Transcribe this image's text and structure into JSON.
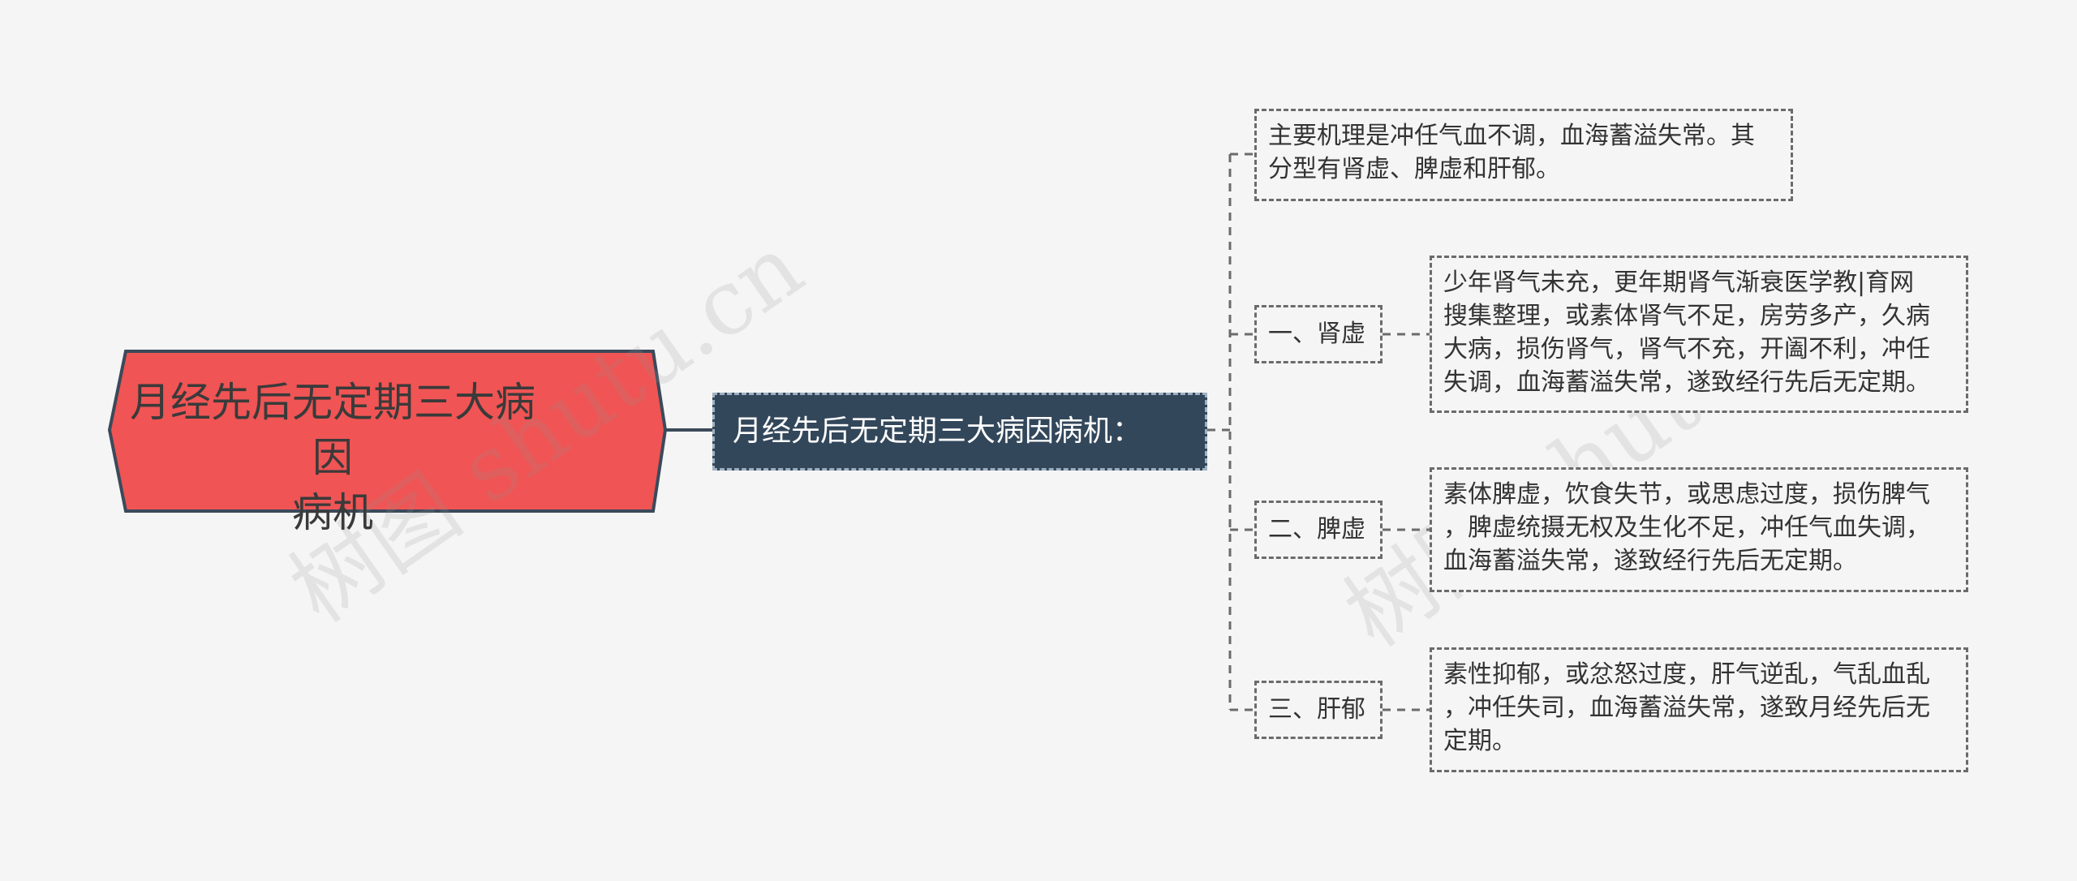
{
  "root": {
    "lines": [
      "月经先后无定期三大病因",
      "病机"
    ]
  },
  "hub": {
    "label": "月经先后无定期三大病因病机："
  },
  "summary": {
    "lines": [
      "主要机理是冲任气血不调，血海蓄溢失常。其",
      "分型有肾虚、脾虚和肝郁。"
    ]
  },
  "branches": [
    {
      "label": "一、肾虚",
      "detail": [
        "少年肾气未充，更年期肾气渐衰医学教|育网",
        "搜集整理，或素体肾气不足，房劳多产，久病",
        "大病，损伤肾气，肾气不充，开阖不利，冲任",
        "失调，血海蓄溢失常，遂致经行先后无定期。"
      ]
    },
    {
      "label": "二、脾虚",
      "detail": [
        "素体脾虚，饮食失节，或思虑过度，损伤脾气",
        "，脾虚统摄无权及生化不足，冲任气血失调，",
        "血海蓄溢失常，遂致经行先后无定期。"
      ]
    },
    {
      "label": "三、肝郁",
      "detail": [
        "素性抑郁，或忿怒过度，肝气逆乱，气乱血乱",
        "，冲任失司，血海蓄溢失常，遂致月经先后无",
        "定期。"
      ]
    }
  ],
  "watermark": {
    "text": "树图 shutu.cn"
  },
  "colors": {
    "background": "#f5f5f5",
    "root_fill": "#f05454",
    "hub_fill": "#33475b",
    "dash": "#6b6b6b"
  }
}
